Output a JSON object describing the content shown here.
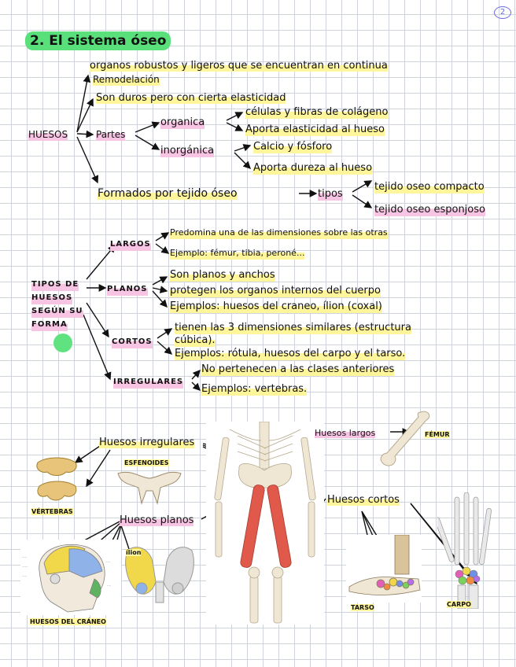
{
  "page_number": "2",
  "title": "2. El sistema óseo",
  "huesos": {
    "root": "HUESOS",
    "item1_line1": "organos robustos y ligeros que se encuentran en continua",
    "item1_line2": "Remodelación",
    "item2": "Son duros pero con cierta elasticidad",
    "partes": "Partes",
    "organica": "organica",
    "organica_1": "células y fibras de colágeno",
    "organica_2": "Aporta elasticidad al hueso",
    "inorganica": "inorgánica",
    "inorganica_1": "Calcio y fósforo",
    "inorganica_2": "Aporta dureza al hueso",
    "formados": "Formados por tejido óseo",
    "tipos": "tipos",
    "tipo_1": "tejido oseo compacto",
    "tipo_2": "tejido oseo esponjoso"
  },
  "tipos_huesos": {
    "root_1": "TIPOS DE",
    "root_2": "HUESOS",
    "root_3": "SEGÚN SU",
    "root_4": "FORMA",
    "largos": "LARGOS",
    "largos_1": "Predomina una de las dimensiones sobre las otras",
    "largos_2": "Ejemplo: fémur, tibia, peroné...",
    "planos": "PLANOS",
    "planos_1": "Son planos y anchos",
    "planos_2": "protegen los organos internos del cuerpo",
    "planos_3": "Ejemplos: huesos del craneo, ílion (coxal)",
    "cortos": "CORTOS",
    "cortos_1": "tienen las 3 dimensiones similares (estructura",
    "cortos_2": "cúbica).",
    "cortos_3": "Ejemplos: rótula, huesos del carpo y el tarso.",
    "irregulares": "IRREGULARES",
    "irregulares_1": "No pertenecen a las clases anteriores",
    "irregulares_2": "Ejemplos: vertebras."
  },
  "figure": {
    "huesos_irregulares": "Huesos irregulares",
    "esfenoides": "ESFENOIDES",
    "vertebras": "VÉRTEBRAS",
    "huesos_largos": "Huesos largos",
    "femur": "FÉMUR",
    "huesos_planos": "Huesos planos",
    "ilion": "ílion",
    "huesos_craneo": "HUESOS DEL CRÁNEO",
    "huesos_cortos": "Huesos cortos",
    "tarso": "TARSO",
    "carpo": "CARPO"
  },
  "colors": {
    "highlight_yellow": "#fff59a",
    "highlight_pink": "#f8c4e3",
    "title_green": "#59e07a",
    "bone": "#efe6d4",
    "bone_red": "#e0594a"
  }
}
